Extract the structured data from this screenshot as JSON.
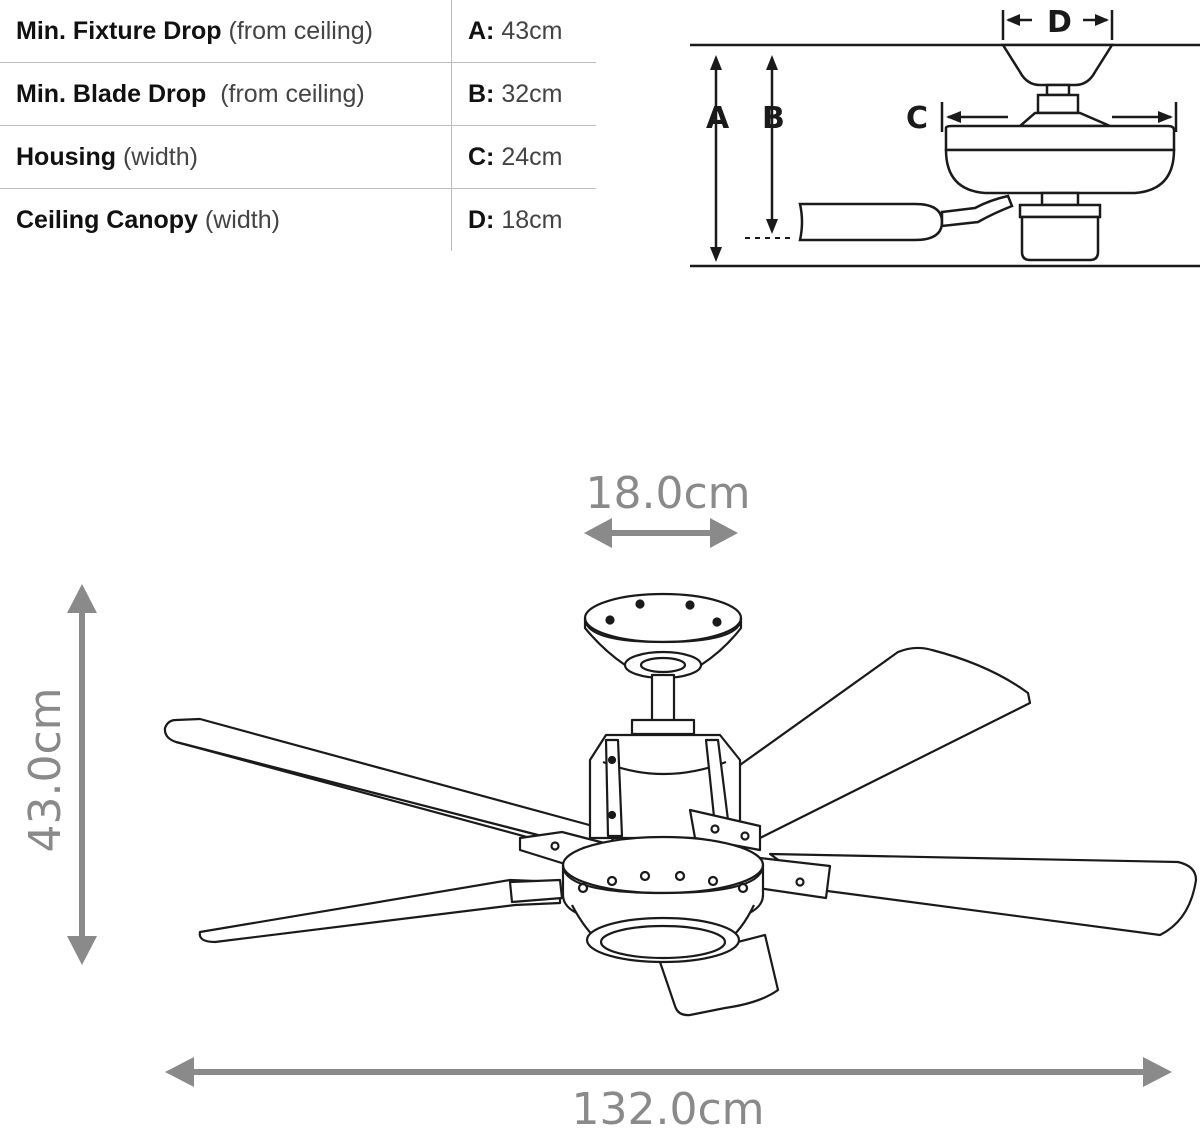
{
  "specs": [
    {
      "name": "Min. Fixture Drop",
      "qualifier": "(from ceiling)",
      "key": "A:",
      "value": "43cm"
    },
    {
      "name": "Min. Blade Drop",
      "qualifier": "(from ceiling)",
      "key": "B:",
      "value": "32cm"
    },
    {
      "name": "Housing",
      "qualifier": "(width)",
      "key": "C:",
      "value": "24cm"
    },
    {
      "name": "Ceiling Canopy",
      "qualifier": "(width)",
      "key": "D:",
      "value": "18cm"
    }
  ],
  "schematic": {
    "label_a": "A",
    "label_b": "B",
    "label_c": "C",
    "label_d": "D"
  },
  "dimensions": {
    "canopy_width": "18.0cm",
    "height": "43.0cm",
    "span": "132.0cm"
  },
  "colors": {
    "dimension_gray": "#8a8a8a",
    "line_dark": "#1a1a1a",
    "rule_gray": "#bdbdbd"
  }
}
